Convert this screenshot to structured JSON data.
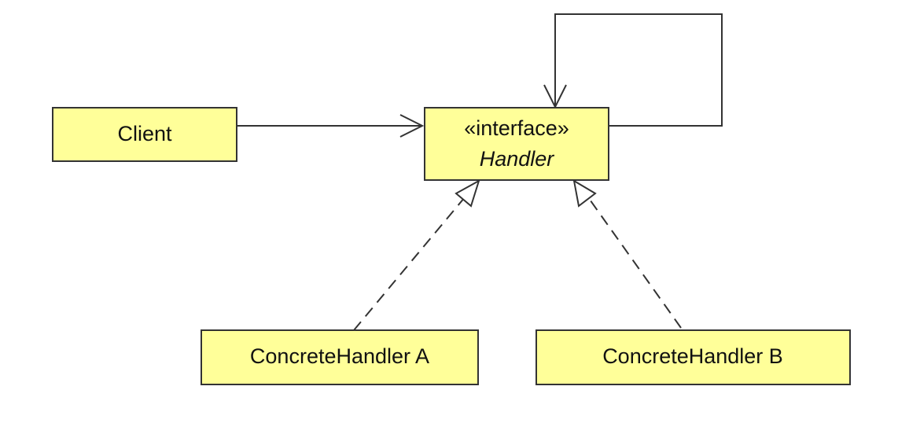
{
  "diagram": {
    "nodes": {
      "client": {
        "label": "Client"
      },
      "handler": {
        "stereotype": "«interface»",
        "label": "Handler"
      },
      "concrete_a": {
        "label": "ConcreteHandler A"
      },
      "concrete_b": {
        "label": "ConcreteHandler B"
      }
    },
    "edges": [
      {
        "from": "client",
        "to": "handler",
        "kind": "association"
      },
      {
        "from": "handler",
        "to": "handler",
        "kind": "association"
      },
      {
        "from": "concrete_a",
        "to": "handler",
        "kind": "realization"
      },
      {
        "from": "concrete_b",
        "to": "handler",
        "kind": "realization"
      }
    ],
    "colors": {
      "node_fill": "#ffff99",
      "line": "#333333"
    }
  }
}
